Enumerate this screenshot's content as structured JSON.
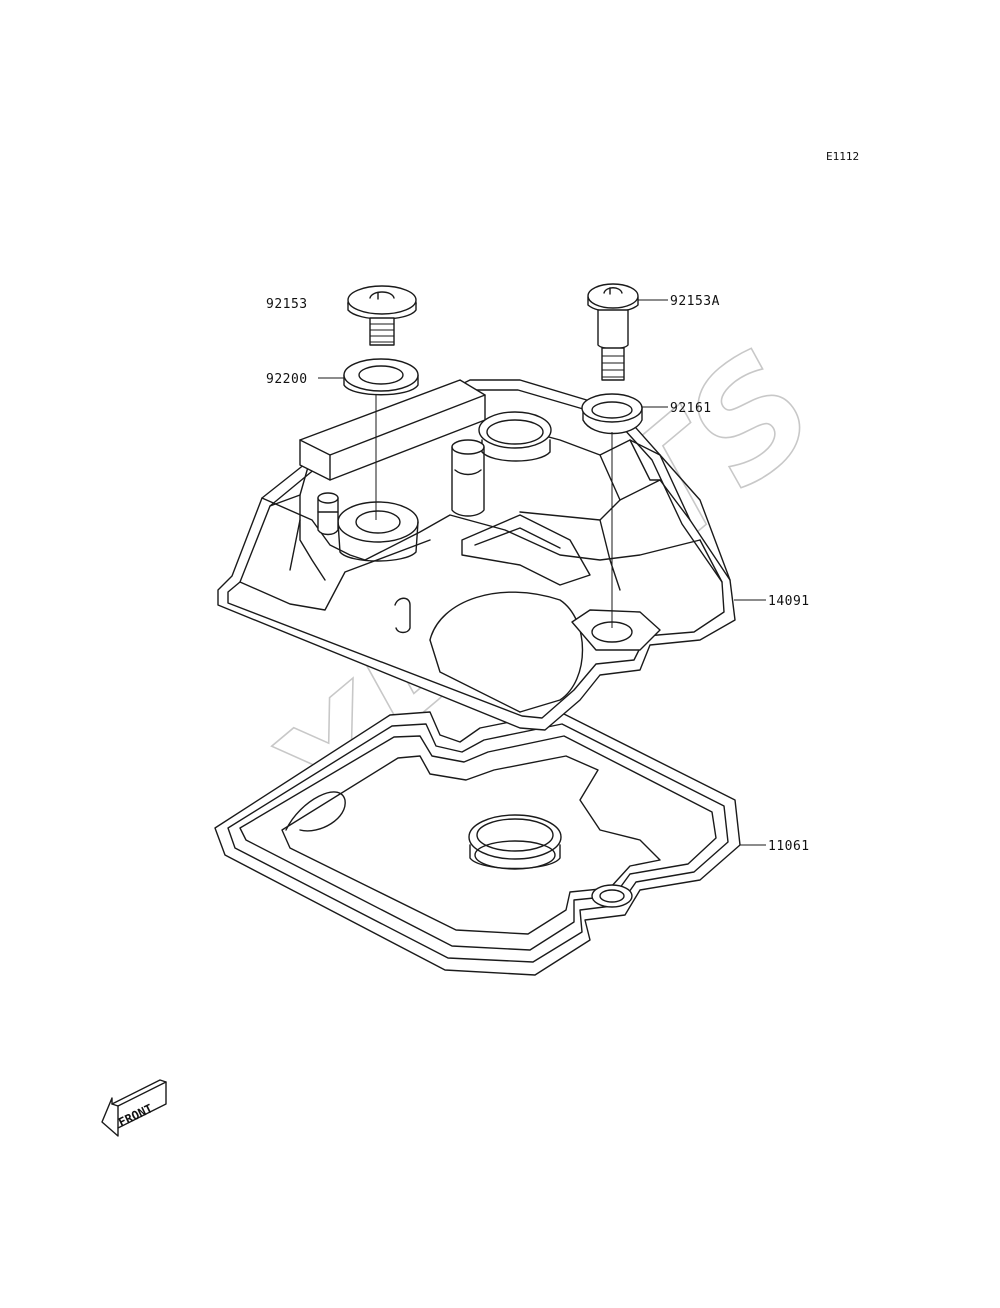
{
  "diagram": {
    "ref_code": "E1112",
    "watermark": "XPARTS",
    "front_label": "FRONT",
    "parts": [
      {
        "number": "92153"
      },
      {
        "number": "92200"
      },
      {
        "number": "92153A"
      },
      {
        "number": "92161"
      },
      {
        "number": "14091"
      },
      {
        "number": "11061"
      }
    ]
  }
}
